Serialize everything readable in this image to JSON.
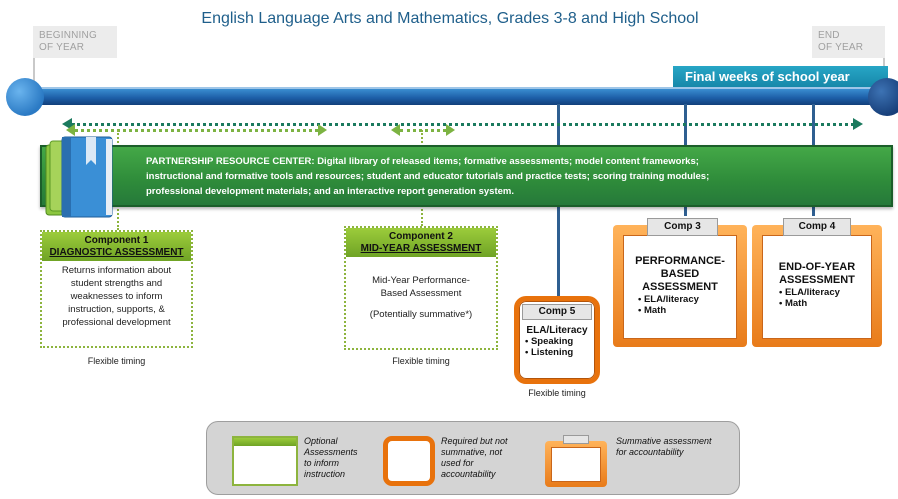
{
  "title": "English Language Arts and Mathematics, Grades 3-8 and High School",
  "flags": {
    "beginning": [
      "BEGINNING",
      "OF YEAR"
    ],
    "end": [
      "END",
      "OF YEAR"
    ]
  },
  "final_weeks": "Final weeks of school year",
  "resource_center": {
    "lines": [
      "PARTNERSHIP RESOURCE CENTER: Digital library of released items; formative assessments; model content frameworks;",
      "instructional and formative tools and resources; student and educator tutorials and practice tests; scoring training modules;",
      "professional development materials; and an interactive report generation system."
    ]
  },
  "components": {
    "c1": {
      "head1": "Component 1",
      "head2": "DIAGNOSTIC ASSESSMENT",
      "body": [
        "Returns information about",
        "student strengths and",
        "weaknesses to inform",
        "instruction, supports, &",
        "professional development"
      ],
      "timing": "Flexible timing"
    },
    "c2": {
      "head1": "Component 2",
      "head2": "MID-YEAR ASSESSMENT",
      "body": [
        "Mid-Year Performance-",
        "Based Assessment"
      ],
      "note": "(Potentially summative*)",
      "timing": "Flexible timing"
    },
    "c3": {
      "tab": "Comp 3",
      "title": [
        "PERFORMANCE-",
        "BASED",
        "ASSESSMENT"
      ],
      "bullets": [
        "ELA/literacy",
        "Math"
      ]
    },
    "c4": {
      "tab": "Comp 4",
      "title": [
        "END-OF-YEAR",
        "ASSESSMENT"
      ],
      "bullets": [
        "ELA/literacy",
        "Math"
      ]
    },
    "c5": {
      "tab": "Comp 5",
      "title": "ELA/Literacy",
      "bullets": [
        "Speaking",
        "Listening"
      ],
      "timing": "Flexible timing"
    }
  },
  "legend": {
    "optional": [
      "Optional",
      "Assessments",
      "to inform",
      "instruction"
    ],
    "required": [
      "Required but not",
      "summative, not",
      "used for",
      "accountability"
    ],
    "summative": [
      "Summative assessment",
      "for accountability"
    ]
  },
  "colors": {
    "timeline": "#1d5fa8",
    "final_weeks": "#1f9bbd",
    "resource_center": "#2e8b3a",
    "optional_green": "#8db43e",
    "required_orange": "#e8720c",
    "summative_orange": "#f09a3a"
  }
}
